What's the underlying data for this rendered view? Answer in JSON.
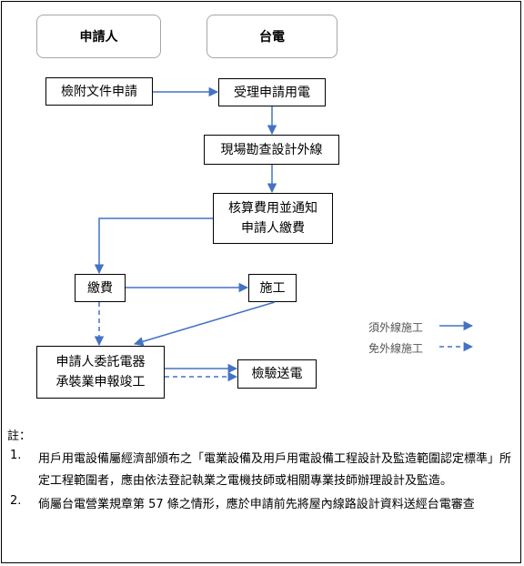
{
  "lanes": {
    "applicant": "申請人",
    "taipower": "台電"
  },
  "steps": {
    "attach_docs": "檢附文件申請",
    "accept": "受理申請用電",
    "survey": "現場勘查設計外線",
    "calc_fee": "核算費用並通知\n申請人繳費",
    "pay": "繳費",
    "construct": "施工",
    "report": "申請人委託電器\n承裝業申報竣工",
    "inspect": "檢驗送電"
  },
  "legend": {
    "solid": "須外線施工",
    "dashed": "免外線施工"
  },
  "notes": {
    "title": "註：",
    "items": [
      {
        "num": "1.",
        "text": "用戶用電設備屬經濟部頒布之「電業設備及用戶用電設備工程設計及監造範圍認定標準」所定工程範圍者，應由依法登記執業之電機技師或相關專業技師辦理設計及監造。"
      },
      {
        "num": "2.",
        "text": "倘屬台電營業規章第 57 條之情形，應於申請前先將屋內線路設計資料送經台電審查"
      }
    ]
  },
  "colors": {
    "arrow": "#4472c4"
  }
}
